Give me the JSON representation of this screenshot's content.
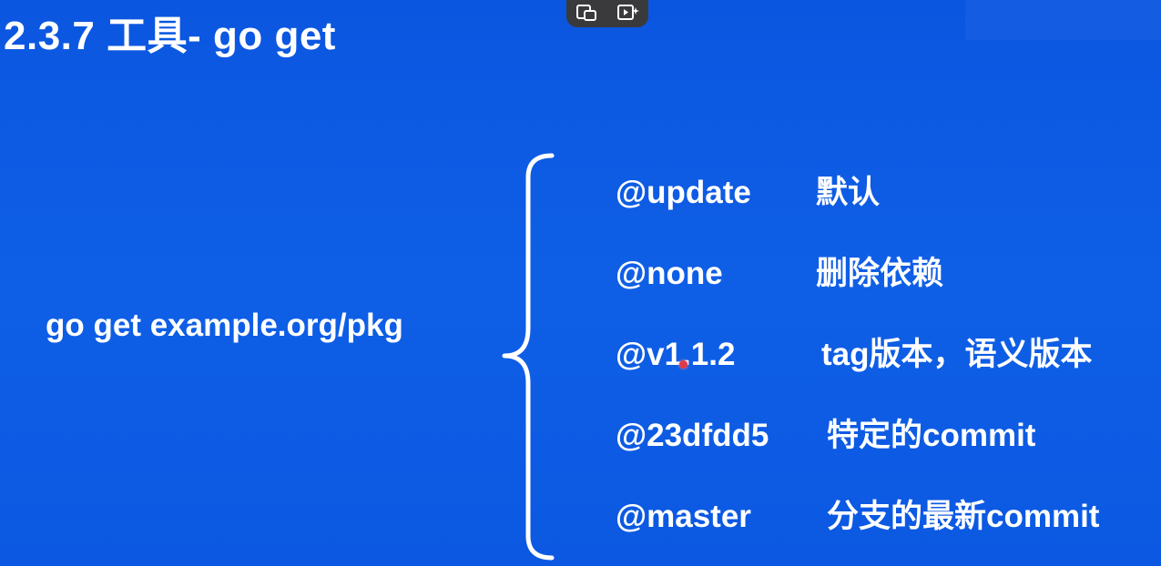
{
  "slide": {
    "title": "2.3.7 工具- go get",
    "command": "go get example.org/pkg",
    "options": [
      {
        "key": "@update",
        "desc": "默认"
      },
      {
        "key": "@none",
        "desc": "删除依赖"
      },
      {
        "key": "@v1.1.2",
        "desc": "tag版本，语义版本"
      },
      {
        "key": "@23dfdd5",
        "desc": "特定的commit"
      },
      {
        "key": "@master",
        "desc": "分支的最新commit"
      }
    ]
  },
  "toolbar": {
    "icons": [
      "resize-window-icon",
      "video-sparkle-icon"
    ]
  },
  "colors": {
    "background": "#0f5ce3",
    "text": "#ffffff",
    "toolbar": "#3a3a3c",
    "laser_pointer": "#e03a4a"
  }
}
